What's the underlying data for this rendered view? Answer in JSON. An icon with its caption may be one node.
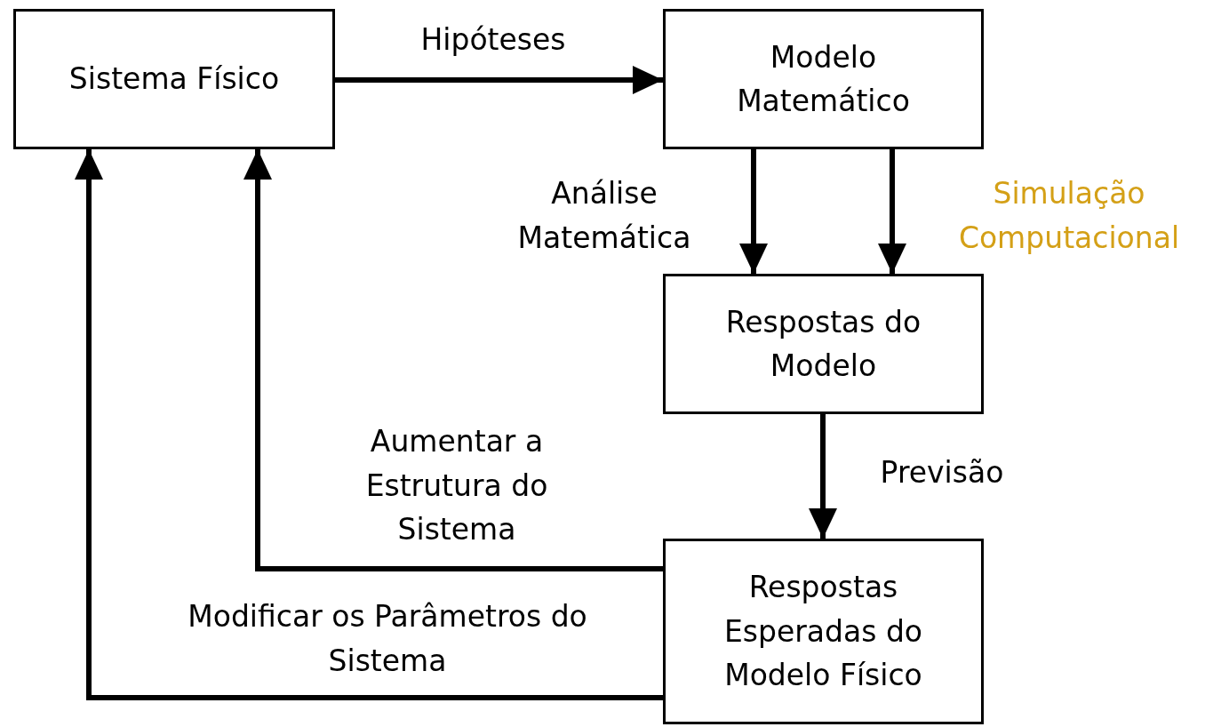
{
  "diagram": {
    "nodes": [
      {
        "text": [
          "Sistema Físico"
        ]
      },
      {
        "text": [
          "Modelo Matemático"
        ]
      },
      {
        "text": [
          "Respostas do Modelo"
        ]
      },
      {
        "text": [
          "Respostas Esperadas do Modelo Físico"
        ]
      }
    ],
    "edges": [
      {
        "from": 0,
        "to": 1,
        "arrow": "to",
        "label": "Hipóteses"
      },
      {
        "from": 1,
        "to": 2,
        "arrow": "to",
        "label": "Análise Matemática"
      },
      {
        "from": 1,
        "to": 2,
        "arrow": "to",
        "label": "Simulação Computacional"
      },
      {
        "from": 2,
        "to": 3,
        "arrow": "to",
        "label": "Previsão"
      },
      {
        "from": 3,
        "to": 0,
        "arrow": "to",
        "label": "Aumentar a Estrutura do Sistema"
      },
      {
        "from": 3,
        "to": 0,
        "arrow": "to",
        "label": "Modificar os Parâmetros do Sistema"
      }
    ]
  }
}
